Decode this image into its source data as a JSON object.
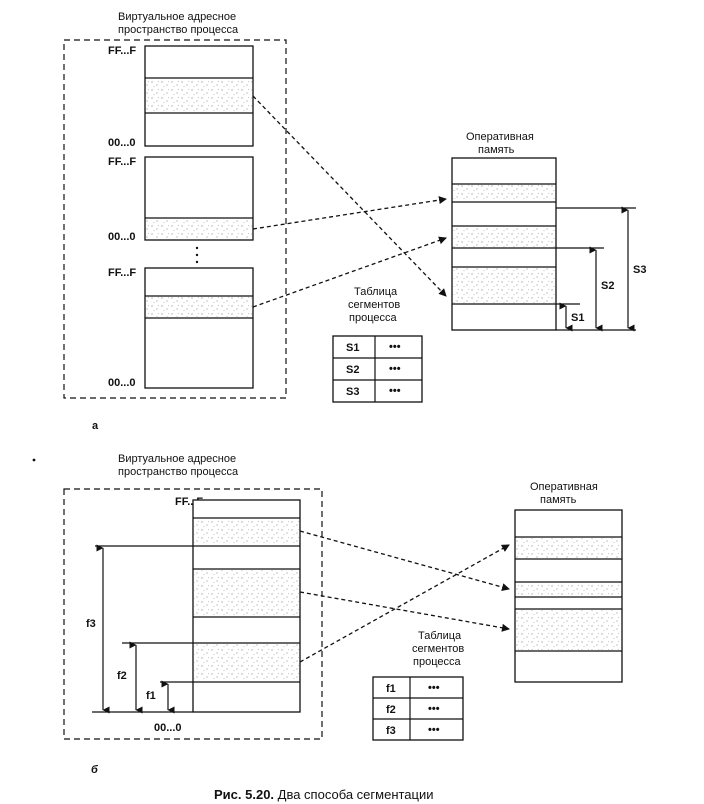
{
  "diagram_a": {
    "vas_title": [
      "Виртуальное адресное",
      "пространство процесса"
    ],
    "seg1_top": "FF...F",
    "seg1_bottom": "00...0",
    "seg2_top": "FF...F",
    "seg2_bottom": "00...0",
    "seg3_top": "FF...F",
    "seg3_bottom": "00...0",
    "ram_title": [
      "Оперативная",
      "память"
    ],
    "table_title": [
      "Таблица",
      "сегментов",
      "процесса"
    ],
    "table_rows": [
      {
        "name": "S1",
        "value": "•••"
      },
      {
        "name": "S2",
        "value": "•••"
      },
      {
        "name": "S3",
        "value": "•••"
      }
    ],
    "dim_labels": {
      "s1": "S1",
      "s2": "S2",
      "s3": "S3"
    },
    "panel_label": "а"
  },
  "diagram_b": {
    "vas_title": [
      "Виртуальное адресное",
      "пространство процесса"
    ],
    "top_addr": "FF...F",
    "bottom_addr": "00...0",
    "ram_title": [
      "Оперативная",
      "память"
    ],
    "table_title": [
      "Таблица",
      "сегментов",
      "процесса"
    ],
    "table_rows": [
      {
        "name": "f1",
        "value": "•••"
      },
      {
        "name": "f2",
        "value": "•••"
      },
      {
        "name": "f3",
        "value": "•••"
      }
    ],
    "dim_labels": {
      "f1": "f1",
      "f2": "f2",
      "f3": "f3"
    },
    "panel_label": "б"
  },
  "caption": {
    "number": "Рис. 5.20.",
    "text": " Два способа сегментации"
  }
}
